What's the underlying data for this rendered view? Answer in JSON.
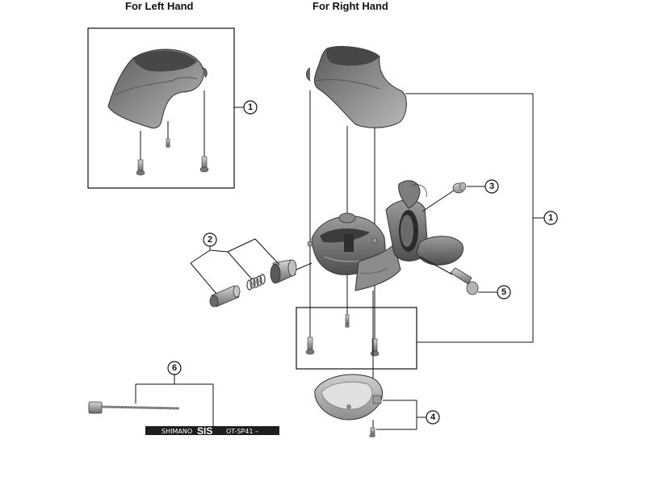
{
  "headings": {
    "left": "For Left Hand",
    "right": "For Right Hand"
  },
  "callouts": {
    "c1_left": "1",
    "c1_right": "1",
    "c2": "2",
    "c3": "3",
    "c4": "4",
    "c5": "5",
    "c6": "6"
  },
  "cable_print": {
    "brand": "SHIMANO",
    "series": "SIS",
    "code": "OT-SP41 –"
  },
  "colors": {
    "part_dark": "#6e6e6e",
    "part_mid": "#9a9a9a",
    "part_light": "#c6c6c6",
    "line": "#111111"
  }
}
